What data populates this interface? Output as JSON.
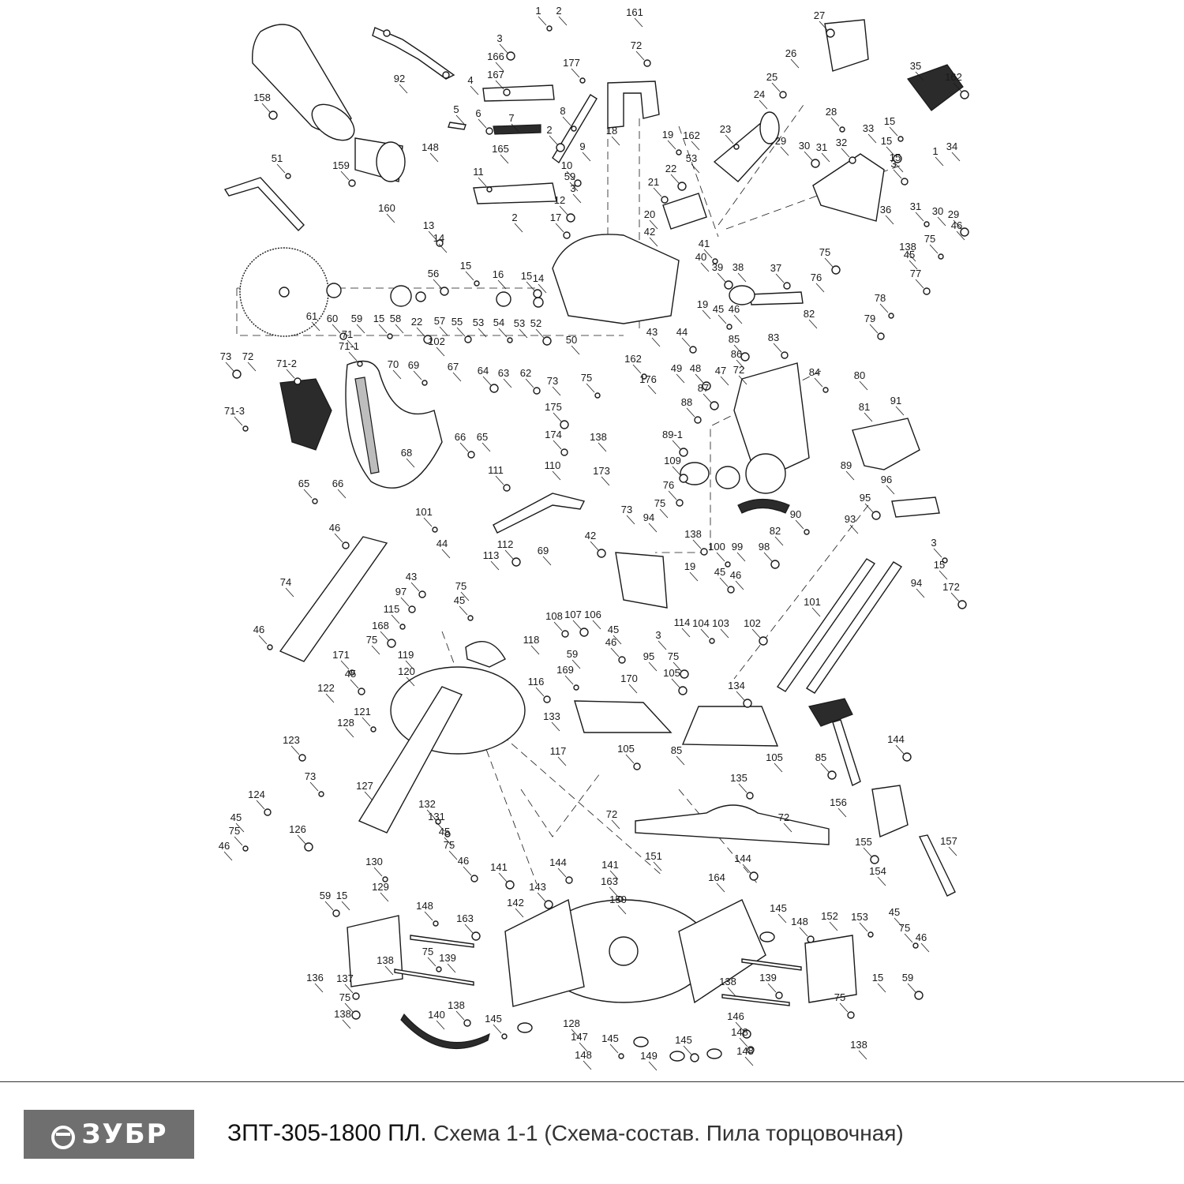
{
  "footer": {
    "logo_text": "ЗУБР",
    "model": "ЗПТ-305-1800 ПЛ.",
    "subtitle": "Схема 1-1 (Схема-состав. Пила торцовочная)"
  },
  "part_labels": [
    "1",
    "2",
    "3",
    "166",
    "167",
    "4",
    "177",
    "92",
    "158",
    "161",
    "72",
    "18",
    "19",
    "162",
    "27",
    "26",
    "25",
    "24",
    "23",
    "35",
    "162",
    "5",
    "6",
    "7",
    "8",
    "9",
    "2",
    "165",
    "10",
    "59",
    "11",
    "3",
    "12",
    "2",
    "159",
    "148",
    "51",
    "160",
    "22",
    "53",
    "21",
    "20",
    "28",
    "29",
    "30",
    "31",
    "32",
    "33",
    "15",
    "34",
    "15",
    "1",
    "3",
    "15",
    "31",
    "30",
    "29",
    "36",
    "13",
    "14",
    "15",
    "16",
    "15",
    "14",
    "17",
    "42",
    "41",
    "40",
    "39",
    "38",
    "37",
    "46",
    "75",
    "138",
    "75",
    "45",
    "77",
    "76",
    "78",
    "82",
    "56",
    "61",
    "60",
    "59",
    "15",
    "58",
    "22",
    "57",
    "55",
    "53",
    "54",
    "53",
    "52",
    "19",
    "44",
    "43",
    "45",
    "46",
    "85",
    "86",
    "79",
    "50",
    "162",
    "49",
    "48",
    "47",
    "83",
    "72",
    "84",
    "80",
    "87",
    "81",
    "88",
    "71",
    "71-1",
    "102",
    "73",
    "72",
    "71-2",
    "70",
    "69",
    "67",
    "64",
    "63",
    "62",
    "73",
    "75",
    "176",
    "175",
    "138",
    "174",
    "173",
    "71-3",
    "68",
    "89-1",
    "91",
    "66",
    "65",
    "65",
    "66",
    "109",
    "89",
    "76",
    "82",
    "90",
    "96",
    "95",
    "93",
    "111",
    "110",
    "101",
    "73",
    "42",
    "75",
    "138",
    "94",
    "100",
    "99",
    "98",
    "19",
    "45",
    "46",
    "3",
    "15",
    "172",
    "94",
    "46",
    "74",
    "46",
    "44",
    "112",
    "113",
    "43",
    "75",
    "45",
    "69",
    "107",
    "106",
    "108",
    "114",
    "104",
    "103",
    "102",
    "101",
    "97",
    "118",
    "115",
    "45",
    "168",
    "75",
    "46",
    "3",
    "171",
    "95",
    "75",
    "59",
    "45",
    "119",
    "169",
    "170",
    "105",
    "120",
    "116",
    "122",
    "121",
    "133",
    "134",
    "128",
    "123",
    "117",
    "73",
    "127",
    "144",
    "156",
    "105",
    "85",
    "132",
    "105",
    "85",
    "72",
    "135",
    "72",
    "131",
    "45",
    "126",
    "75",
    "124",
    "45",
    "75",
    "46",
    "155",
    "157",
    "46",
    "154",
    "130",
    "129",
    "141",
    "141",
    "144",
    "151",
    "163",
    "164",
    "144",
    "150",
    "59",
    "15",
    "148",
    "142",
    "143",
    "136",
    "137",
    "138",
    "75",
    "139",
    "163",
    "145",
    "148",
    "152",
    "153",
    "15",
    "59",
    "138",
    "139",
    "45",
    "75",
    "46",
    "75",
    "138",
    "138",
    "140",
    "145",
    "128",
    "146",
    "147",
    "148",
    "148",
    "145",
    "149",
    "145",
    "148",
    "75",
    "138"
  ]
}
